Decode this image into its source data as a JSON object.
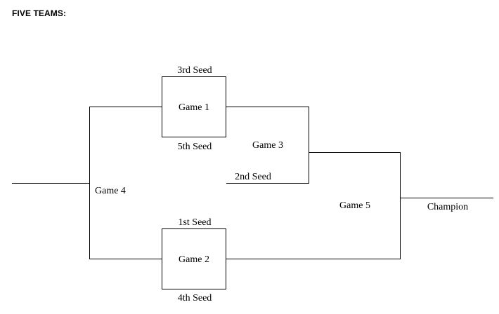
{
  "heading": "FIVE TEAMS:",
  "games": {
    "game1": "Game 1",
    "game2": "Game 2",
    "game3": "Game 3",
    "game4": "Game 4",
    "game5": "Game 5"
  },
  "seeds": {
    "seed1": "1st Seed",
    "seed2": "2nd Seed",
    "seed3": "3rd Seed",
    "seed4": "4th Seed",
    "seed5": "5th Seed"
  },
  "champion": "Champion"
}
